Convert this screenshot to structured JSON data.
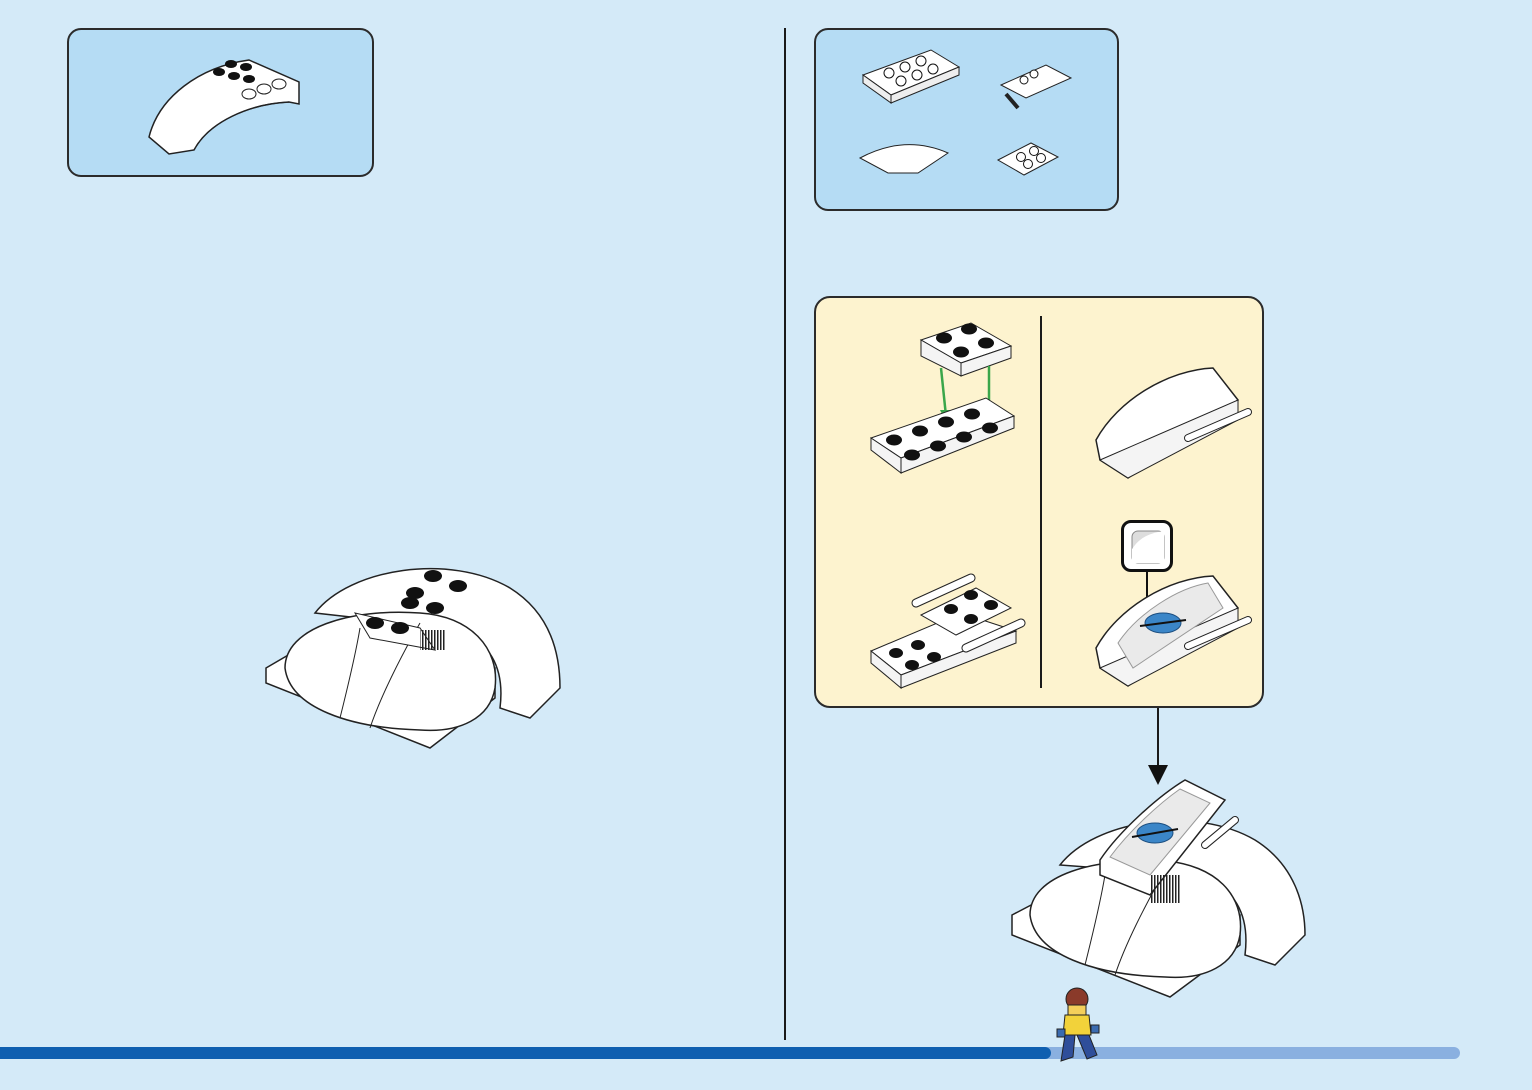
{
  "left_page": {
    "step_number": "",
    "parts": [
      {
        "name": "curved-arch-brick",
        "quantity": ""
      }
    ]
  },
  "right_page": {
    "step_number": "",
    "parts": [
      {
        "name": "plate-2x4",
        "quantity": ""
      },
      {
        "name": "plate-with-bar",
        "quantity": ""
      },
      {
        "name": "curved-slope",
        "quantity": ""
      },
      {
        "name": "plate-2x2",
        "quantity": ""
      }
    ],
    "sub_assembly_steps": [
      {
        "id": "sub-step-1",
        "label": ""
      },
      {
        "id": "sub-step-2",
        "label": ""
      },
      {
        "id": "sub-step-3",
        "label": ""
      },
      {
        "id": "sub-step-4",
        "label": ""
      }
    ],
    "sticker_callout": "sticker-icon"
  },
  "footer": {
    "page_left": "",
    "page_right": "",
    "progress_fraction": 0.72,
    "colors": {
      "progress_done": "#0f5fb0",
      "progress_todo": "#8ab0e0",
      "accent": "#3aa64a",
      "background": "#d4eaf8"
    }
  }
}
